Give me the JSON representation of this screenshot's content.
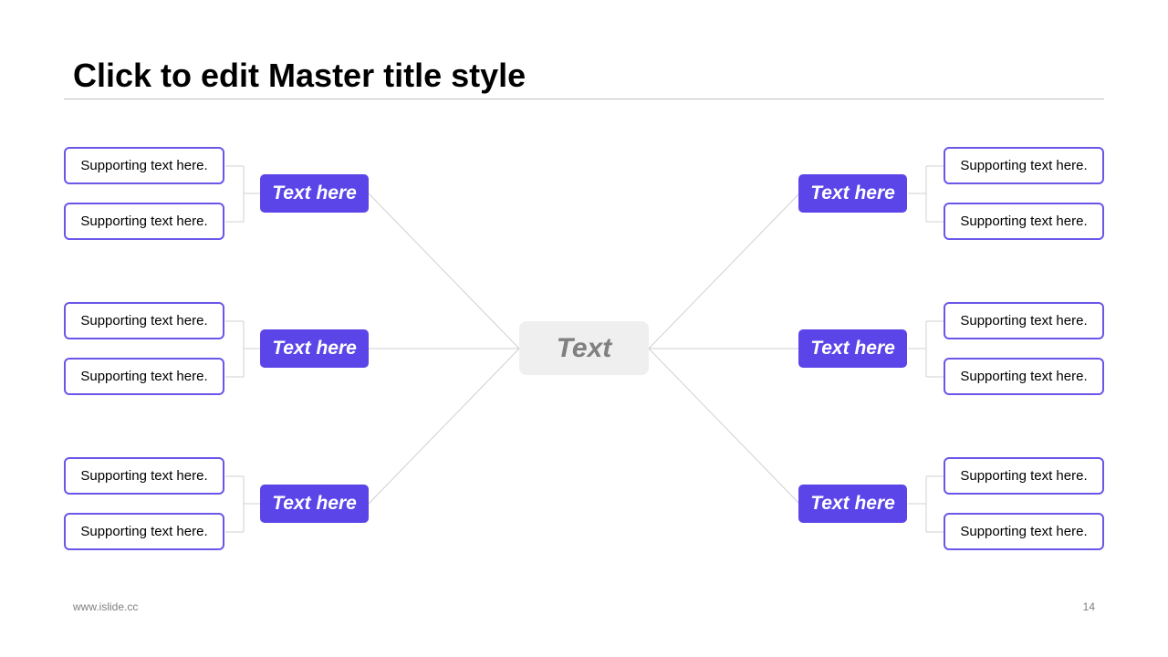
{
  "title": "Click to edit Master title style",
  "center_label": "Text",
  "branches": [
    {
      "label": "Text here",
      "supports": [
        "Supporting text here.",
        "Supporting text here."
      ]
    },
    {
      "label": "Text here",
      "supports": [
        "Supporting text here.",
        "Supporting text here."
      ]
    },
    {
      "label": "Text here",
      "supports": [
        "Supporting text here.",
        "Supporting text here."
      ]
    },
    {
      "label": "Text here",
      "supports": [
        "Supporting text here.",
        "Supporting text here."
      ]
    },
    {
      "label": "Text here",
      "supports": [
        "Supporting text here.",
        "Supporting text here."
      ]
    },
    {
      "label": "Text here",
      "supports": [
        "Supporting text here.",
        "Supporting text here."
      ]
    }
  ],
  "footer": {
    "website": "www.islide.cc",
    "page_number": "14"
  },
  "colors": {
    "branch_fill": "#5b45e8",
    "leaf_border": "#6a56e8",
    "center_fill": "#efefef",
    "center_text": "#808080",
    "connector": "#d0d0d0"
  }
}
